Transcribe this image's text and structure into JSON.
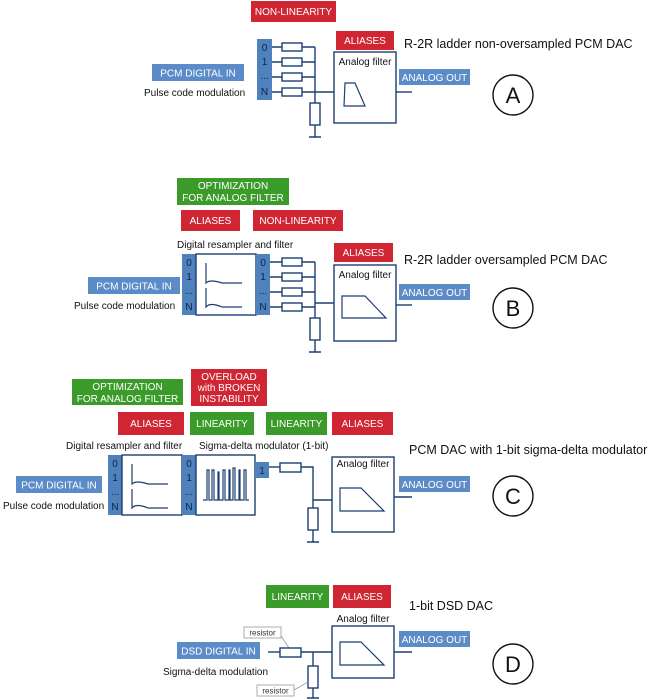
{
  "sectionA": {
    "tag_nonlinearity": "NON-LINEARITY",
    "tag_aliases": "ALIASES",
    "title": "R-2R ladder non-oversampled PCM DAC",
    "input_label": "PCM DIGITAL IN",
    "input_caption": "Pulse code modulation",
    "filter_label": "Analog filter",
    "output_label": "ANALOG OUT",
    "bus_labels": [
      "0",
      "1",
      "...",
      "N"
    ],
    "marker": "A"
  },
  "sectionB": {
    "tag_optimization": [
      "OPTIMIZATION",
      "FOR ANALOG FILTER"
    ],
    "tag_aliases_left": "ALIASES",
    "tag_nonlinearity": "NON-LINEARITY",
    "tag_aliases_right": "ALIASES",
    "title": "R-2R ladder oversampled PCM DAC",
    "resampler_caption": "Digital resampler and filter",
    "input_label": "PCM DIGITAL IN",
    "input_caption": "Pulse code modulation",
    "filter_label": "Analog filter",
    "output_label": "ANALOG OUT",
    "bus_labels": [
      "0",
      "1",
      "...",
      "N"
    ],
    "marker": "B"
  },
  "sectionC": {
    "tag_optimization": [
      "OPTIMIZATION",
      "FOR ANALOG FILTER"
    ],
    "tag_overload": [
      "OVERLOAD",
      "with BROKEN",
      "INSTABILITY"
    ],
    "tag_aliases_left": "ALIASES",
    "tag_linearity_1": "LINEARITY",
    "tag_linearity_2": "LINEARITY",
    "tag_aliases_right": "ALIASES",
    "title": "PCM DAC with 1-bit sigma-delta modulator",
    "resampler_caption": "Digital resampler and filter",
    "modulator_caption": "Sigma-delta modulator (1-bit)",
    "input_label": "PCM DIGITAL IN",
    "input_caption": "Pulse code modulation",
    "filter_label": "Analog filter",
    "output_label": "ANALOG OUT",
    "bus_labels": [
      "0",
      "1",
      "...",
      "N"
    ],
    "one_bit_label": "1",
    "marker": "C"
  },
  "sectionD": {
    "tag_linearity": "LINEARITY",
    "tag_aliases": "ALIASES",
    "title": "1-bit DSD DAC",
    "input_label": "DSD DIGITAL IN",
    "input_caption": "Sigma-delta modulation",
    "filter_label": "Analog filter",
    "output_label": "ANALOG OUT",
    "resistor_label_1": "resistor",
    "resistor_label_2": "resistor",
    "marker": "D"
  },
  "colors": {
    "warning_red": "#d02633",
    "benefit_green": "#3a9b2b",
    "signal_blue": "#5b8cc8",
    "wire_navy": "#1c3f70"
  }
}
